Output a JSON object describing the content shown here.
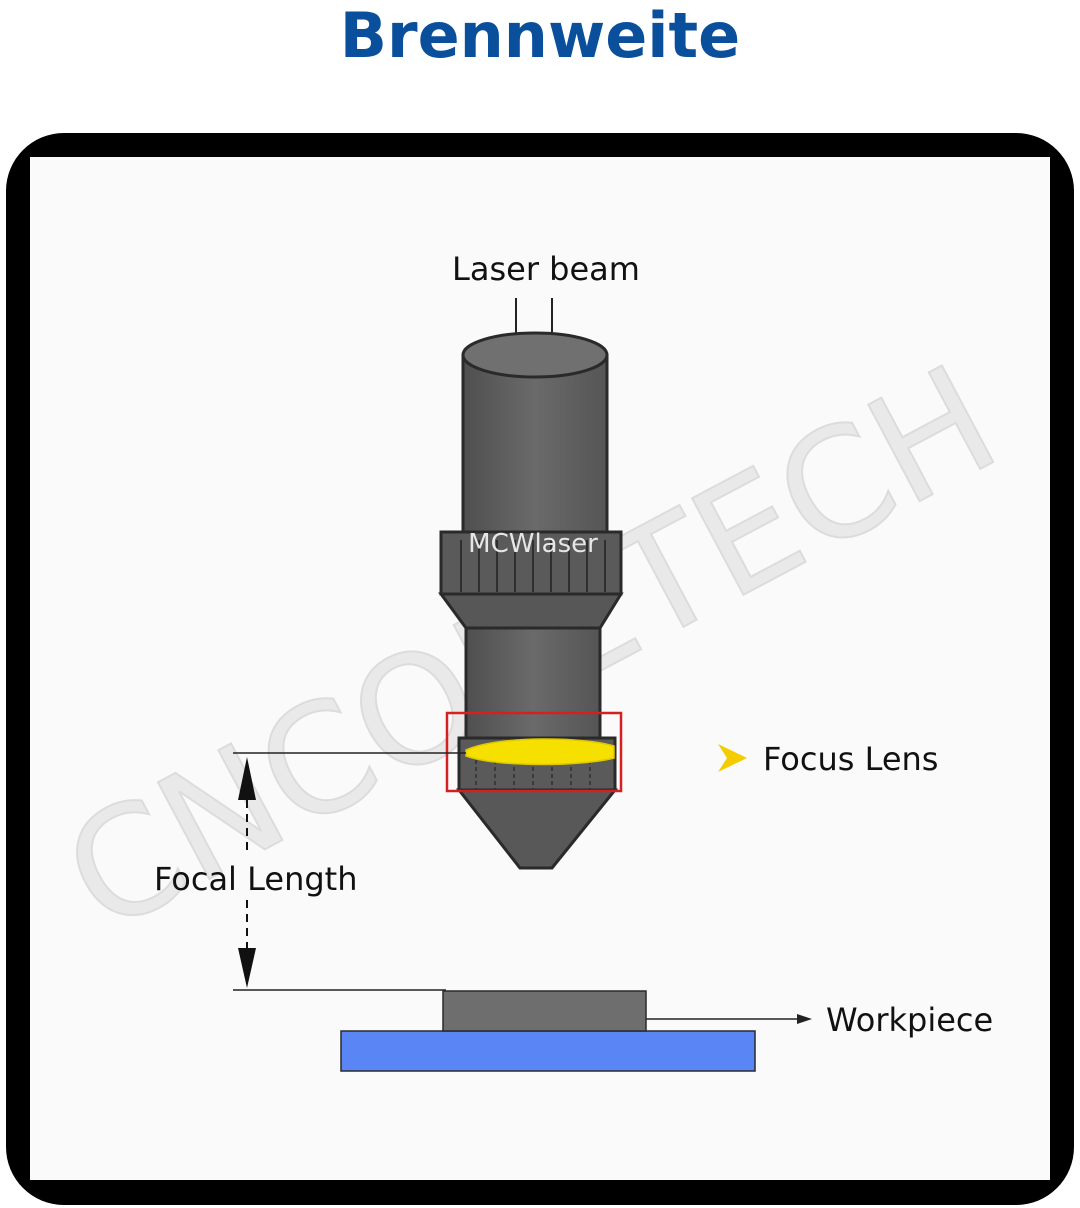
{
  "title": "Brennweite",
  "labels": {
    "laser_beam": "Laser beam",
    "focus_lens": "Focus Lens",
    "focal_length": "Focal Length",
    "workpiece": "Workpiece"
  },
  "watermarks": {
    "brand": "MCWlaser",
    "diagonal": "CNCOLETECH"
  },
  "colors": {
    "title": "#0a4f9b",
    "frame": "#000000",
    "panel": "#fafafa",
    "nozzle_body": "#5f5f5f",
    "lens": "#f5e000",
    "lens_highlight_box": "#d42020",
    "focus_arrow": "#f4cc00",
    "table": "#5a86f5",
    "workpiece": "#6e6e6e"
  }
}
